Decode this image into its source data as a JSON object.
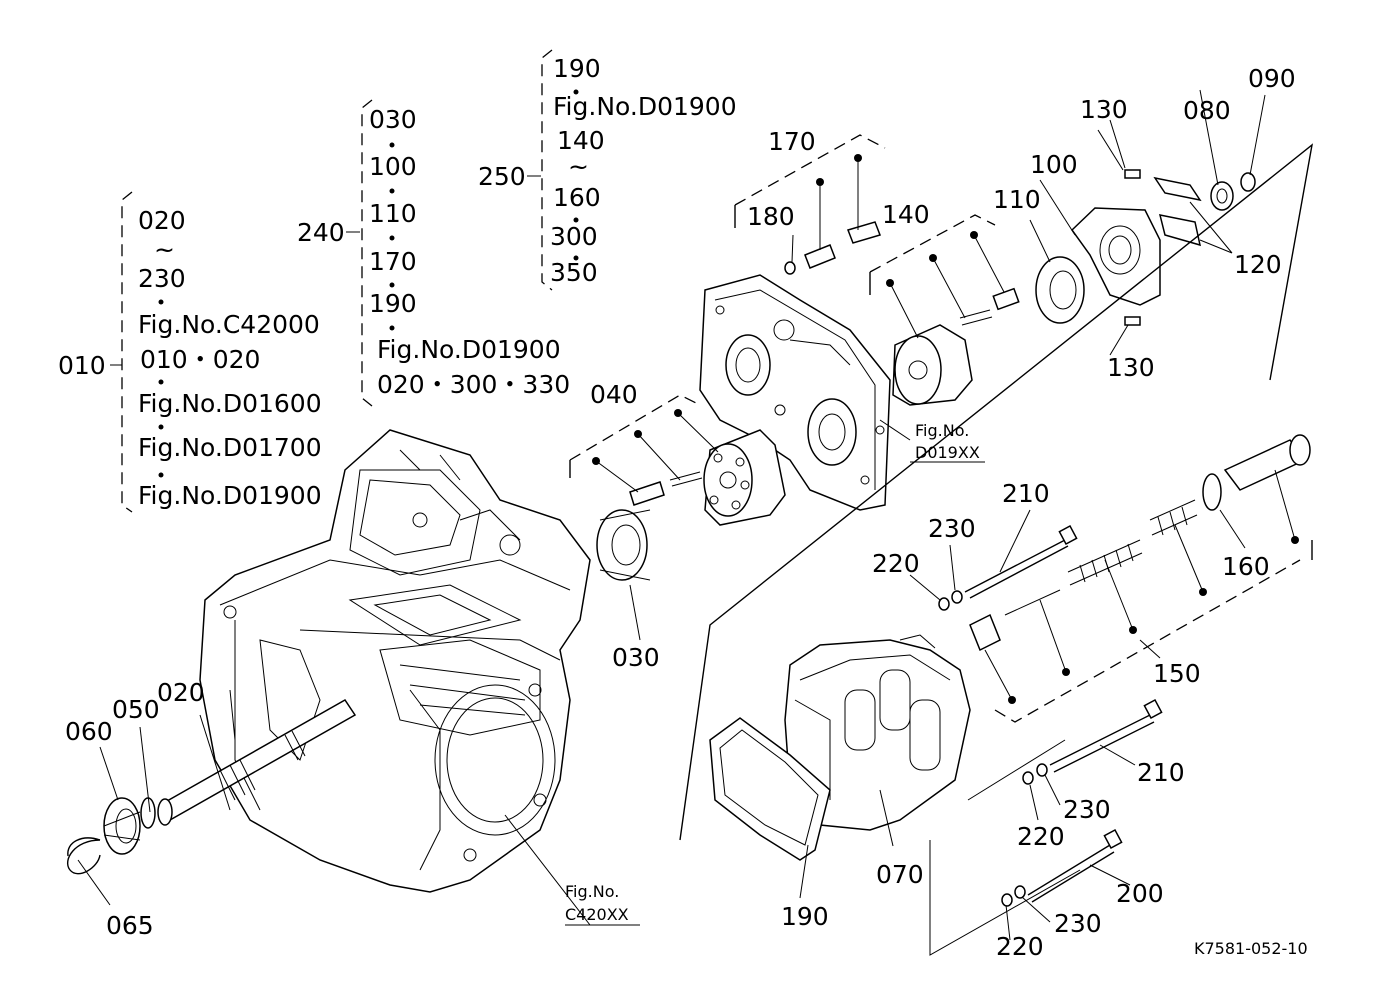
{
  "diagram_id": "K7581-052-10",
  "callouts": {
    "c010": "010",
    "c020": "020",
    "c030": "030",
    "c040": "040",
    "c050": "050",
    "c060": "060",
    "c065": "065",
    "c070": "070",
    "c080": "080",
    "c090": "090",
    "c100": "100",
    "c110": "110",
    "c120": "120",
    "c130a": "130",
    "c130b": "130",
    "c140": "140",
    "c150": "150",
    "c160": "160",
    "c170": "170",
    "c180": "180",
    "c190": "190",
    "c200": "200",
    "c210a": "210",
    "c210b": "210",
    "c220a": "220",
    "c220b": "220",
    "c220c": "220",
    "c230a": "230",
    "c230b": "230",
    "c230c": "230",
    "c240": "240",
    "c250": "250"
  },
  "group_010": [
    "020",
    "~",
    "230",
    "Fig.No.C42000",
    "010・020",
    "Fig.No.D01600",
    "Fig.No.D01700",
    "Fig.No.D01900"
  ],
  "group_240": [
    "030",
    "100",
    "110",
    "170",
    "190",
    "Fig.No.D01900",
    "020・300・330"
  ],
  "group_250": [
    "190",
    "Fig.No.D01900",
    "140",
    "~",
    "160",
    "300",
    "350"
  ],
  "figure_refs": {
    "d019_label": "Fig.No.",
    "d019_code": "D019XX",
    "c420_label": "Fig.No.",
    "c420_code": "C420XX"
  }
}
